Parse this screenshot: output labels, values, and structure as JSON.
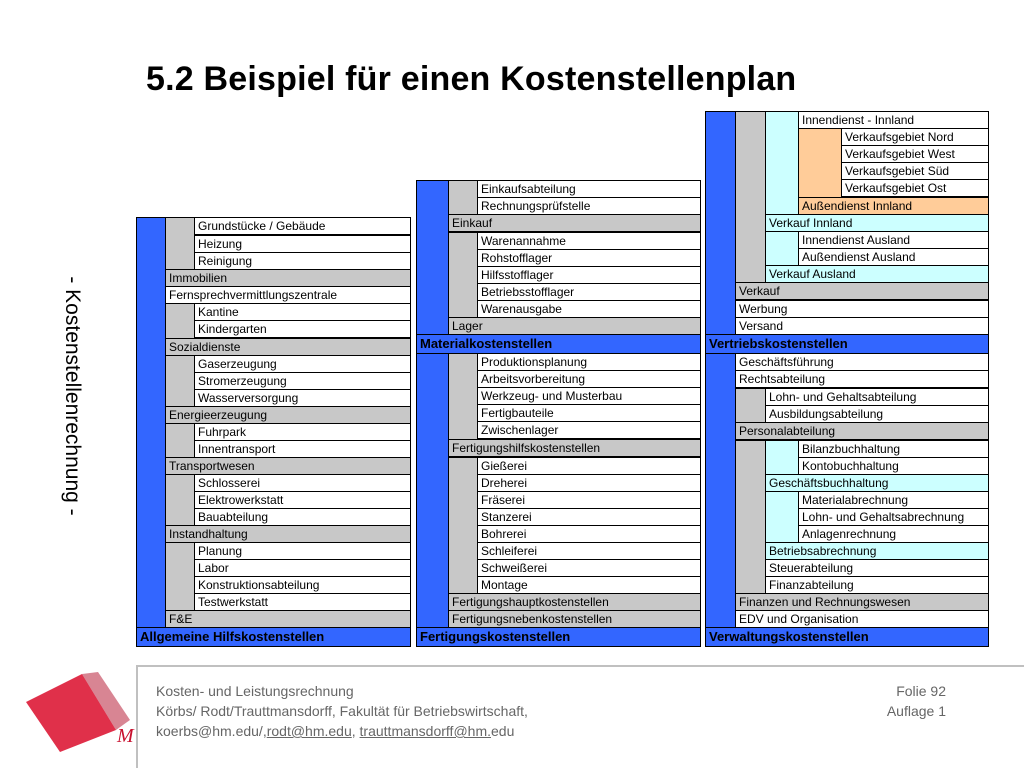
{
  "title": "5.2 Beispiel für einen Kostenstellenplan",
  "side_label": "- Kostenstellenrechnung -",
  "columns": {
    "allgemein": {
      "rows": [
        "Grundstücke / Gebäude",
        "Heizung",
        "Reinigung",
        "Immobilien",
        "Fernsprechvermittlungszentrale",
        "Kantine",
        "Kindergarten",
        "Sozialdienste",
        "Gaserzeugung",
        "Stromerzeugung",
        "Wasserversorgung",
        "Energieerzeugung",
        "Fuhrpark",
        "Innentransport",
        "Transportwesen",
        "Schlosserei",
        "Elektrowerkstatt",
        "Bauabteilung",
        "Instandhaltung",
        "Planung",
        "Labor",
        "Konstruktionsabteilung",
        "Testwerkstatt",
        "F&E",
        "Allgemeine Hilfskostenstellen"
      ]
    },
    "material": {
      "rows": [
        "Einkaufsabteilung",
        "Rechnungsprüfstelle",
        "Einkauf",
        "Warenannahme",
        "Rohstofflager",
        "Hilfsstofflager",
        "Betriebsstofflager",
        "Warenausgabe",
        "Lager",
        "Materialkostenstellen"
      ]
    },
    "fertigung": {
      "rows": [
        "Produktionsplanung",
        "Arbeitsvorbereitung",
        "Werkzeug- und Musterbau",
        "Fertigbauteile",
        "Zwischenlager",
        "Fertigungshilfskostenstellen",
        "Gießerei",
        "Dreherei",
        "Fräserei",
        "Stanzerei",
        "Bohrerei",
        "Schleiferei",
        "Schweißerei",
        "Montage",
        "Fertigungshauptkostenstellen",
        "Fertigungsnebenkostenstellen",
        "Fertigungskostenstellen"
      ]
    },
    "vertrieb": {
      "rows": [
        "Innendienst - Innland",
        "Verkaufsgebiet Nord",
        "Verkaufsgebiet West",
        "Verkaufsgebiet Süd",
        "Verkaufsgebiet Ost",
        "Außendienst Innland",
        "Verkauf Innland",
        "Innendienst Ausland",
        "Außendienst Ausland",
        "Verkauf Ausland",
        "Verkauf",
        "Werbung",
        "Versand",
        "Vertriebskostenstellen"
      ]
    },
    "verwaltung": {
      "rows": [
        "Geschäftsführung",
        "Rechtsabteilung",
        "Lohn- und Gehaltsabteilung",
        "Ausbildungsabteilung",
        "Personalabteilung",
        "Bilanzbuchhaltung",
        "Kontobuchhaltung",
        "Geschäftsbuchhaltung",
        "Materialabrechnung",
        "Lohn- und Gehaltsabrechnung",
        "Anlagenrechnung",
        "Betriebsabrechnung",
        "Steuerabteilung",
        "Finanzabteilung",
        "Finanzen und Rechnungswesen",
        "EDV und Organisation",
        "Verwaltungskostenstellen"
      ]
    }
  },
  "footer": {
    "course": "Kosten- und Leistungsrechnung",
    "authors": "Körbs/ Rodt/Trauttmansdorff, Fakultät für Betriebswirtschaft,",
    "email_plain": "koerbs@hm.edu/,",
    "email_link1": "rodt@hm.edu",
    "separator": ", ",
    "email_link2": "trauttmansdorff@hm.",
    "email_tail": "edu",
    "folie": "Folie 92",
    "auflage": "Auflage 1",
    "logo_letter": "M"
  },
  "colors": {
    "blue": "#3366ff",
    "gray": "#c8c8c8",
    "cyan": "#ccffff",
    "peach": "#ffcc99",
    "logo_red": "#e0304a"
  }
}
